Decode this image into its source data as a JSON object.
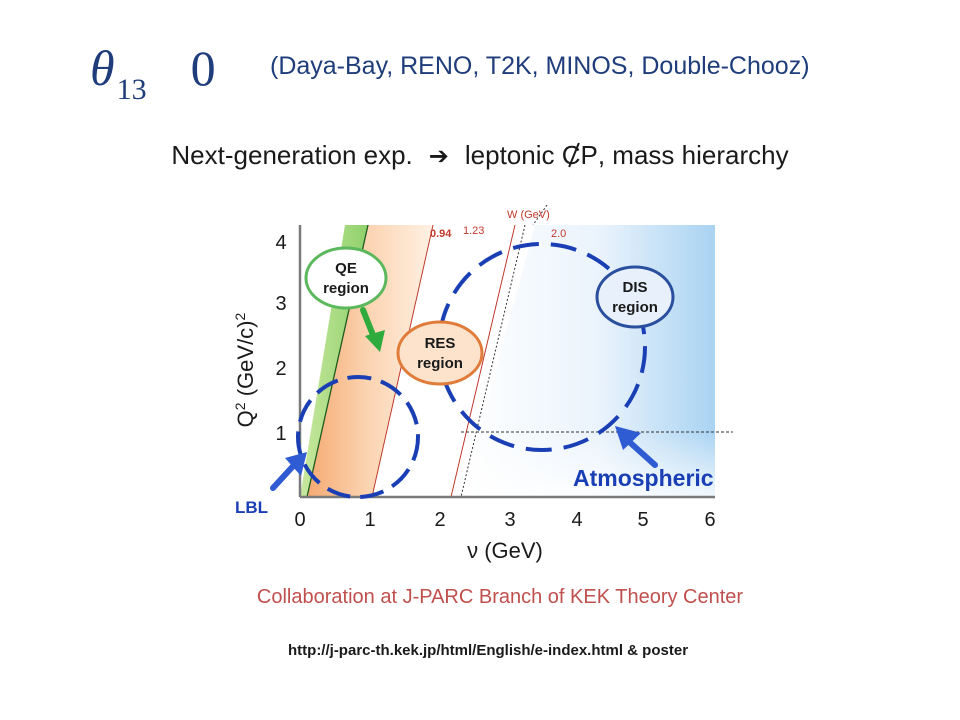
{
  "header": {
    "theta": "θ",
    "theta_sub": "13",
    "relation_glyph": "",
    "zero": "0",
    "experiments": "(Daya-Bay, RENO, T2K, MINOS, Double-Chooz)"
  },
  "subtitle": {
    "left": "Next-generation exp.",
    "arrow": "➔",
    "right_pre": "leptonic ",
    "cp": "CP",
    "right_post": ", mass hierarchy"
  },
  "diagram": {
    "x_axis_label": "ν (GeV)",
    "y_axis_label_pre": "Q",
    "y_axis_label_sup": "2",
    "y_axis_label_mid": " (GeV/c)",
    "y_axis_label_sup2": "2",
    "x_ticks": [
      "0",
      "1",
      "2",
      "3",
      "4",
      "5",
      "6"
    ],
    "y_ticks": [
      "1",
      "2",
      "3",
      "4"
    ],
    "w_label": "W (GeV)",
    "w_values": [
      "0.94",
      "1.23",
      "2.0"
    ],
    "regions": {
      "qe_line1": "QE",
      "qe_line2": "region",
      "res_line1": "RES",
      "res_line2": "region",
      "dis_line1": "DIS",
      "dis_line2": "region"
    },
    "lbl_label": "LBL",
    "atm_label": "Atmospheric",
    "colors": {
      "qe_border": "#5cb85c",
      "res_border": "#e07b39",
      "dis_border": "#2a4f9e",
      "dashed_circle": "#1a3fb5",
      "arrow_blue": "#2f5bd3",
      "arrow_green": "#2eab3c",
      "w_red": "#c0392b"
    }
  },
  "footer": {
    "credit": "Collaboration at J-PARC Branch of KEK Theory Center",
    "link": "http://j-parc-th.kek.jp/html/English/e-index.html   & poster"
  }
}
